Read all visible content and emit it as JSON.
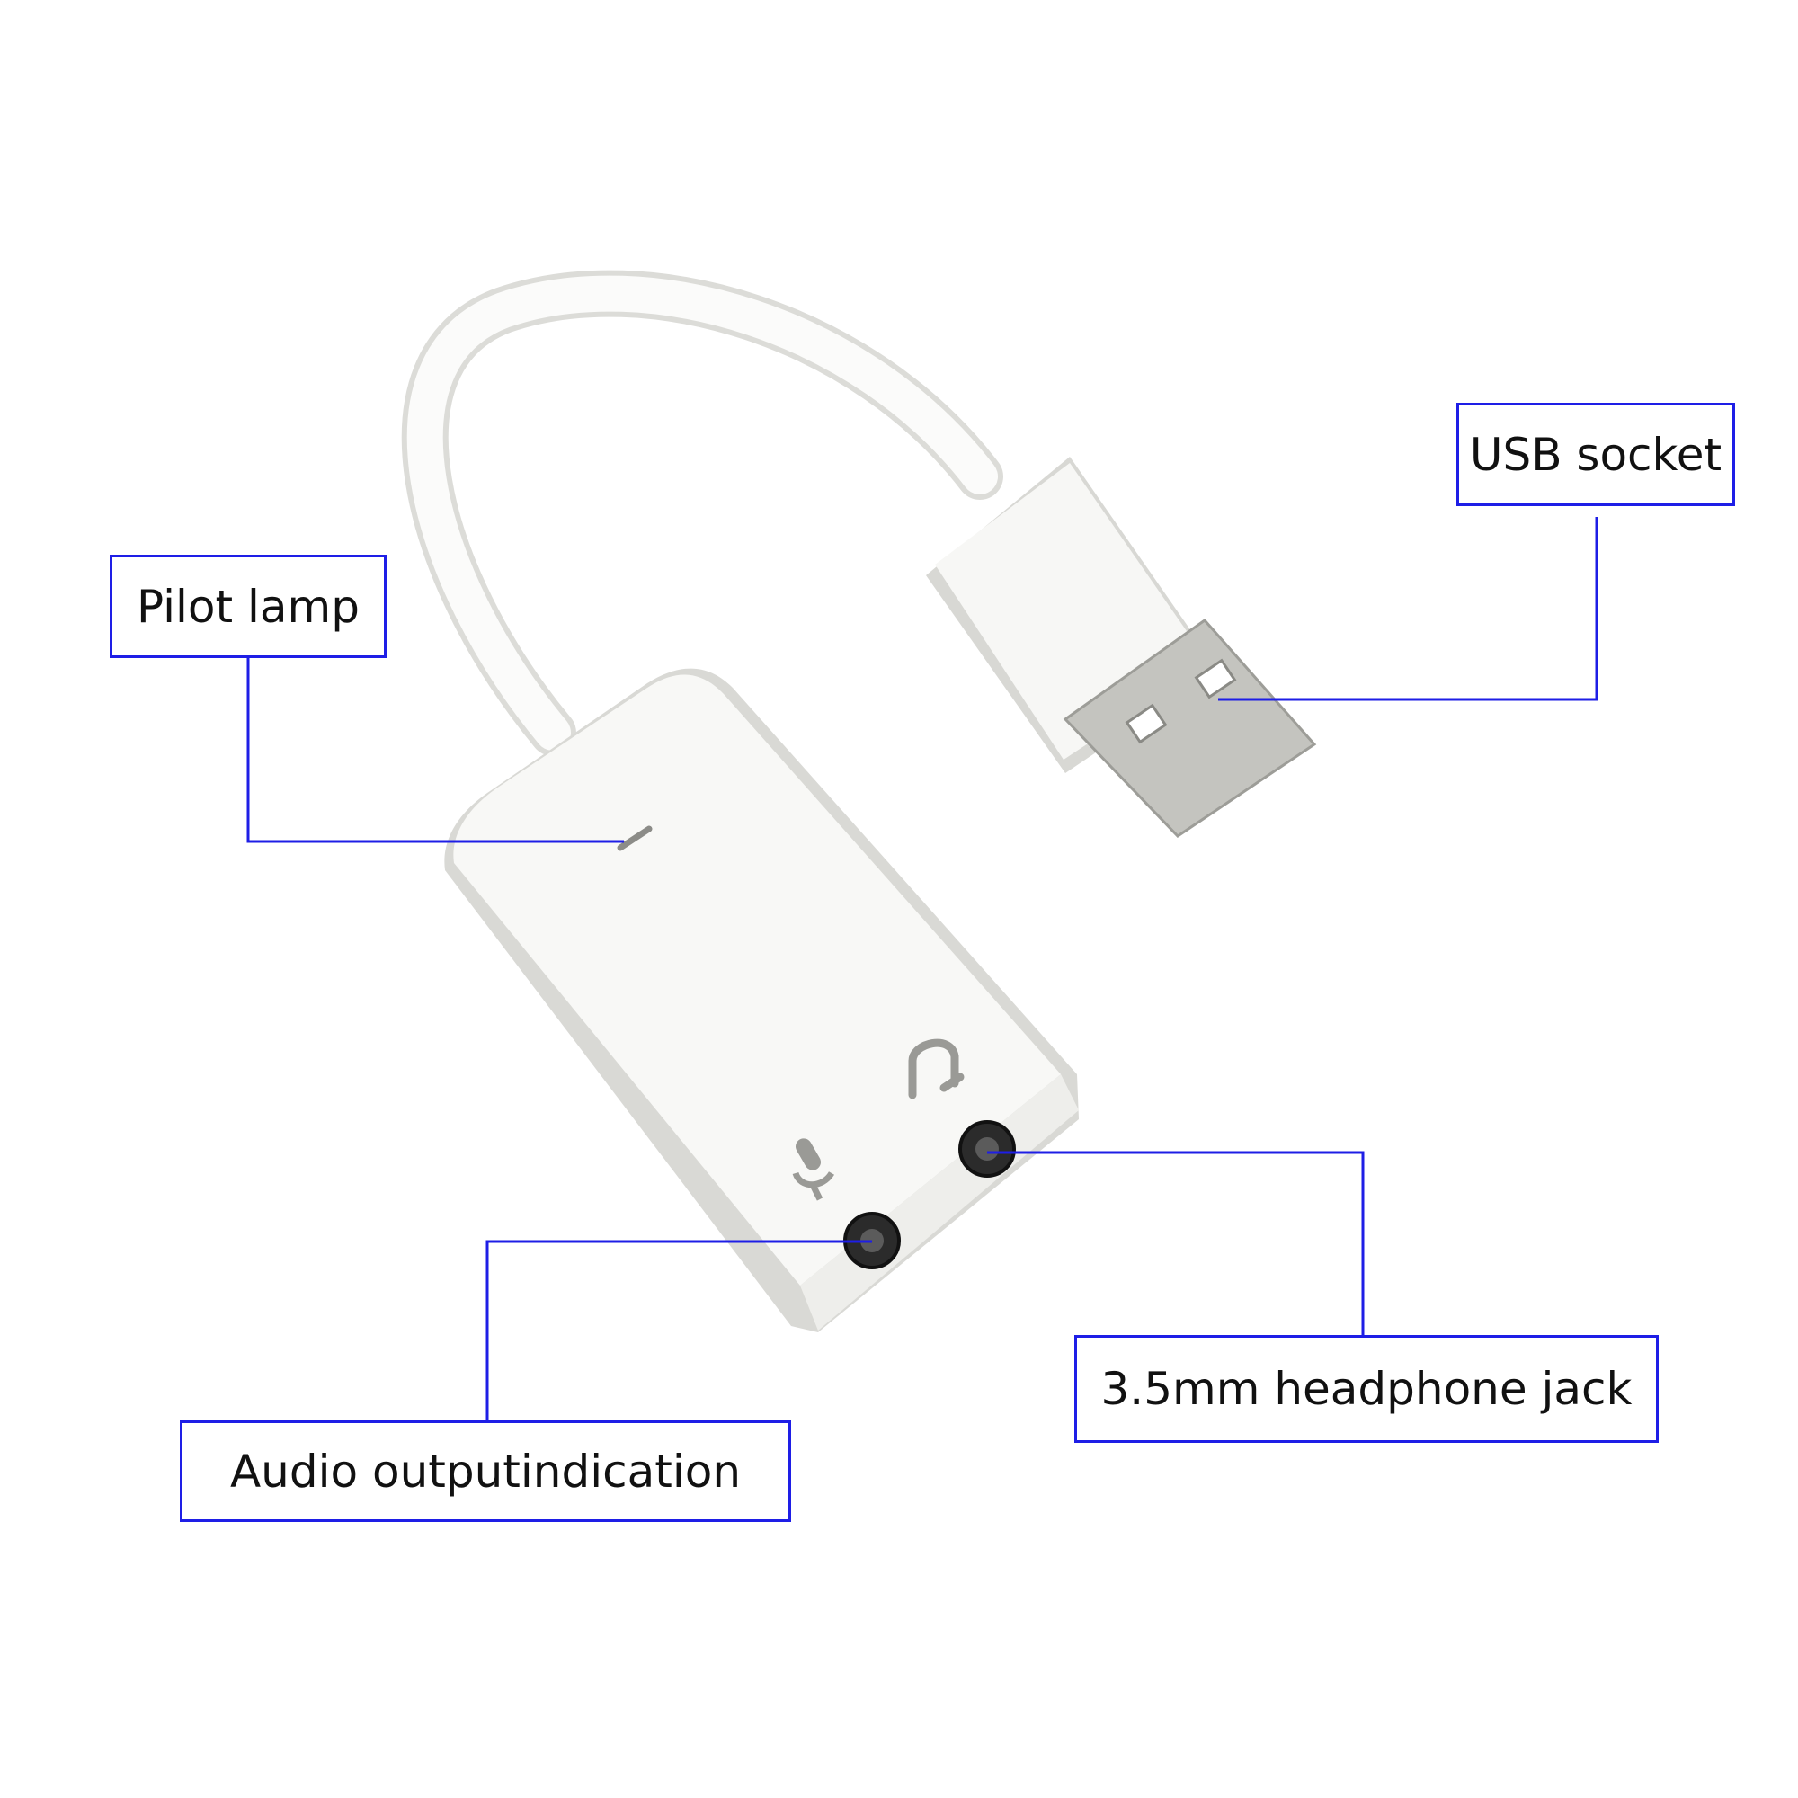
{
  "colors": {
    "callout_border": "#1e1ee6",
    "leader_line": "#1e1ee6",
    "device_body": "#f7f7f5",
    "device_shadow": "#d6d6d2",
    "usb_metal": "#c9c9c4",
    "text": "#111111"
  },
  "callouts": {
    "usb_socket": "USB socket",
    "pilot_lamp": "Pilot lamp",
    "audio_output": "Audio outputindication",
    "headphone_jack": "3.5mm headphone jack"
  },
  "icons": {
    "microphone": "microphone-icon",
    "headphone": "headphone-icon"
  }
}
